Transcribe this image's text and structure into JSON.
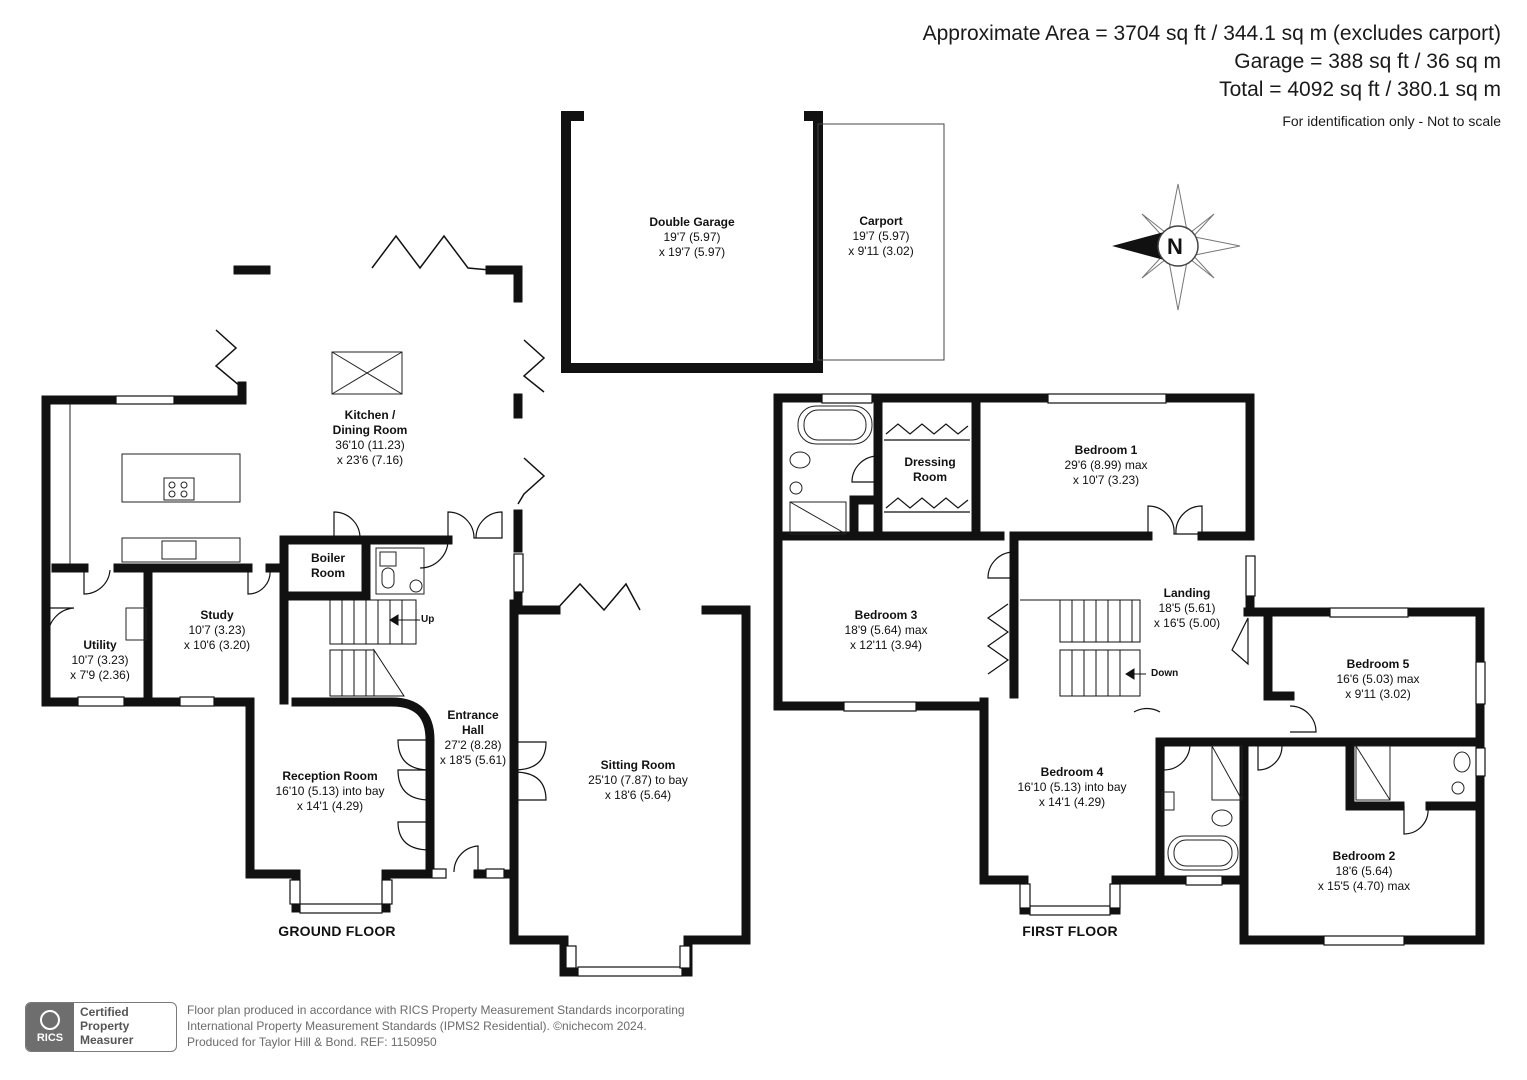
{
  "header": {
    "area_line": "Approximate Area = 3704 sq ft / 344.1 sq m (excludes carport)",
    "garage_line": "Garage = 388 sq ft / 36 sq m",
    "total_line": "Total = 4092 sq ft / 380.1 sq m",
    "note": "For identification only - Not to scale"
  },
  "compass": {
    "letter": "N",
    "icon": "compass-rose-icon"
  },
  "floors": {
    "ground": "GROUND FLOOR",
    "first": "FIRST FLOOR"
  },
  "stairs": {
    "up": "Up",
    "down": "Down"
  },
  "rooms": {
    "garage": {
      "name": "Double Garage",
      "l1": "19'7 (5.97)",
      "l2": "x 19'7 (5.97)"
    },
    "carport": {
      "name": "Carport",
      "l1": "19'7 (5.97)",
      "l2": "x 9'11 (3.02)"
    },
    "kitchen": {
      "name1": "Kitchen /",
      "name2": "Dining Room",
      "l1": "36'10 (11.23)",
      "l2": "x 23'6 (7.16)"
    },
    "boiler": {
      "name1": "Boiler",
      "name2": "Room"
    },
    "study": {
      "name": "Study",
      "l1": "10'7 (3.23)",
      "l2": "x 10'6 (3.20)"
    },
    "utility": {
      "name": "Utility",
      "l1": "10'7 (3.23)",
      "l2": "x 7'9 (2.36)"
    },
    "reception": {
      "name": "Reception Room",
      "l1": "16'10 (5.13) into bay",
      "l2": "x 14'1 (4.29)"
    },
    "entrance": {
      "name1": "Entrance",
      "name2": "Hall",
      "l1": "27'2 (8.28)",
      "l2": "x 18'5 (5.61)"
    },
    "sitting": {
      "name": "Sitting Room",
      "l1": "25'10 (7.87) to bay",
      "l2": "x 18'6 (5.64)"
    },
    "dressing": {
      "name1": "Dressing",
      "name2": "Room"
    },
    "bed1": {
      "name": "Bedroom 1",
      "l1": "29'6 (8.99) max",
      "l2": "x 10'7 (3.23)"
    },
    "bed3": {
      "name": "Bedroom 3",
      "l1": "18'9 (5.64) max",
      "l2": "x 12'11 (3.94)"
    },
    "landing": {
      "name": "Landing",
      "l1": "18'5 (5.61)",
      "l2": "x 16'5 (5.00)"
    },
    "bed5": {
      "name": "Bedroom 5",
      "l1": "16'6 (5.03) max",
      "l2": "x 9'11 (3.02)"
    },
    "bed4": {
      "name": "Bedroom 4",
      "l1": "16'10 (5.13) into bay",
      "l2": "x 14'1 (4.29)"
    },
    "bed2": {
      "name": "Bedroom 2",
      "l1": "18'6 (5.64)",
      "l2": "x 15'5 (4.70) max"
    }
  },
  "badge": {
    "logo": "RICS",
    "line1": "Certified",
    "line2": "Property",
    "line3": "Measurer"
  },
  "footer": {
    "line1": "Floor plan produced in accordance with RICS Property Measurement Standards incorporating",
    "line2": "International Property Measurement Standards (IPMS2 Residential).   ©nichecom 2024.",
    "line3": "Produced for Taylor Hill & Bond.   REF:  1150950"
  }
}
